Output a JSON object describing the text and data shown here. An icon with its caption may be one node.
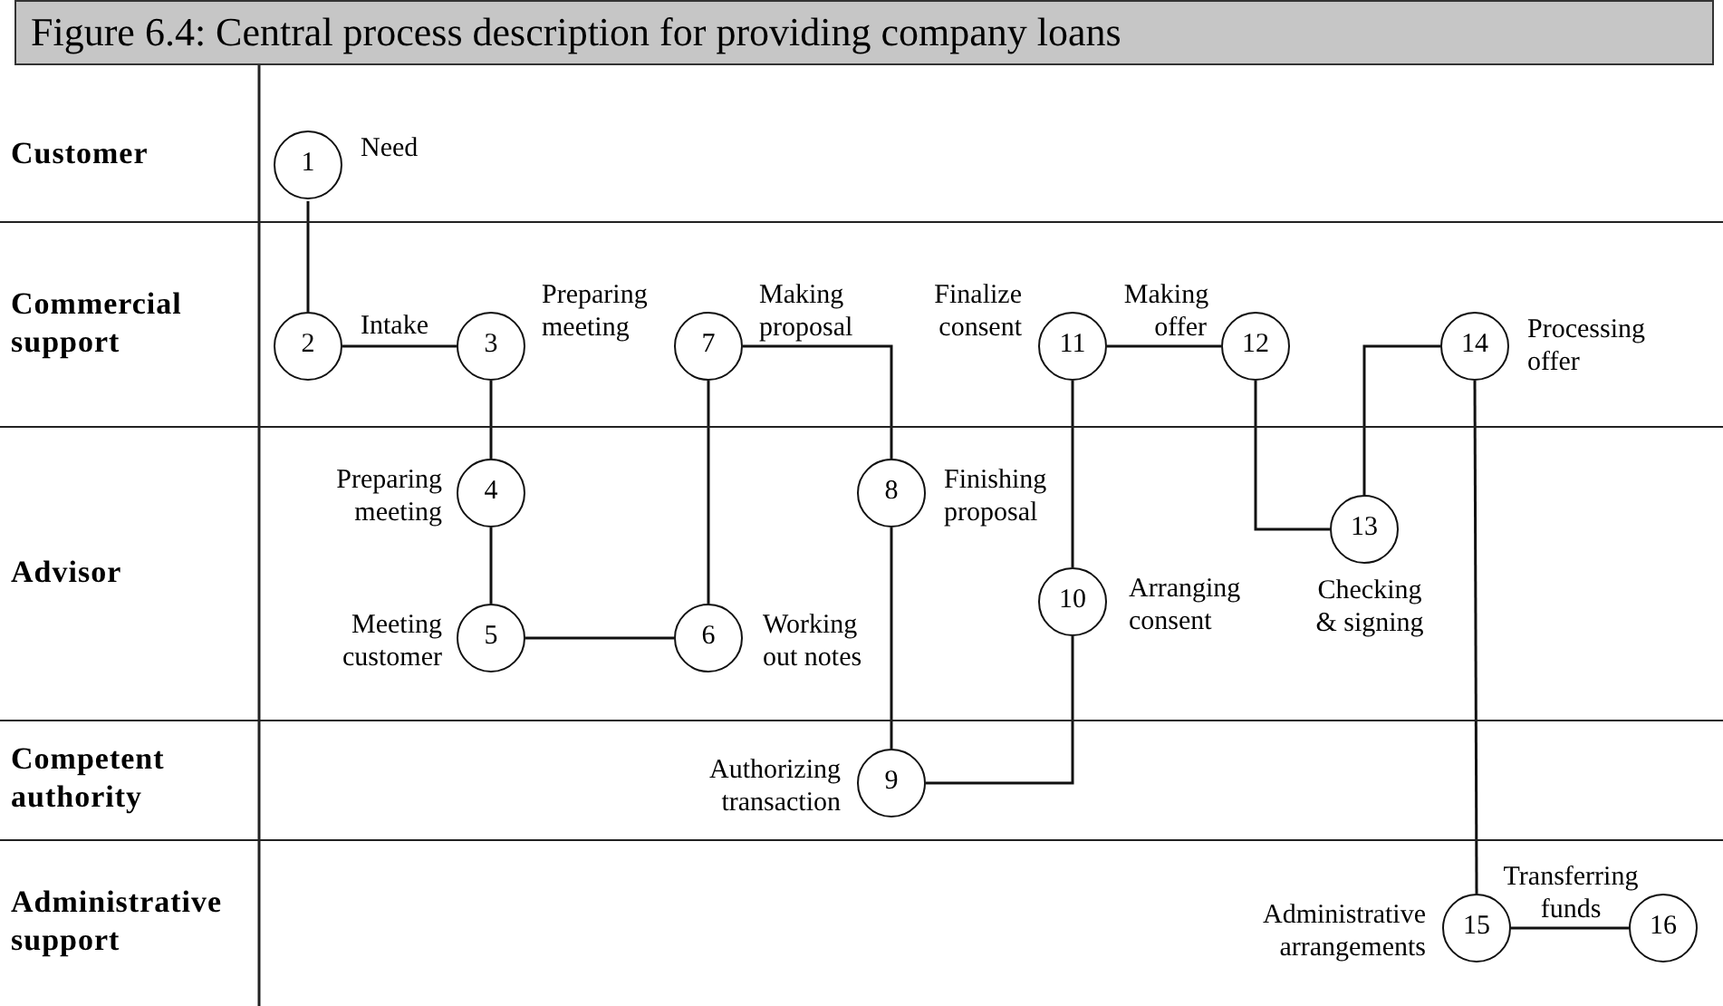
{
  "diagram": {
    "title": "Figure 6.4: Central process description for providing company loans",
    "nodes": [
      {
        "text": [
          "Customer"
        ]
      },
      {
        "text": [
          "Commercial support"
        ]
      },
      {
        "text": [
          "Advisor"
        ]
      },
      {
        "text": [
          "Competent authority"
        ]
      },
      {
        "text": [
          "Administrative support"
        ]
      },
      {
        "text": [
          "1"
        ],
        "in": 0,
        "beside": [
          "Need"
        ]
      },
      {
        "text": [
          "2"
        ],
        "in": 1,
        "beside": [
          "Intake"
        ]
      },
      {
        "text": [
          "3"
        ],
        "in": 1,
        "beside": [
          "Preparing meeting"
        ]
      },
      {
        "text": [
          "4"
        ],
        "in": 2,
        "beside": [
          "Preparing meeting"
        ]
      },
      {
        "text": [
          "5"
        ],
        "in": 2,
        "beside": [
          "Meeting customer"
        ]
      },
      {
        "text": [
          "6"
        ],
        "in": 2,
        "beside": [
          "Working out notes"
        ]
      },
      {
        "text": [
          "7"
        ],
        "in": 1,
        "beside": [
          "Making proposal"
        ]
      },
      {
        "text": [
          "8"
        ],
        "in": 2,
        "beside": [
          "Finishing proposal"
        ]
      },
      {
        "text": [
          "9"
        ],
        "in": 3,
        "beside": [
          "Authorizing transaction"
        ]
      },
      {
        "text": [
          "10"
        ],
        "in": 2,
        "beside": [
          "Arranging consent"
        ]
      },
      {
        "text": [
          "11"
        ],
        "in": 1,
        "beside": [
          "Finalize consent"
        ]
      },
      {
        "text": [
          "12"
        ],
        "in": 1,
        "beside": [
          "Making offer"
        ]
      },
      {
        "text": [
          "13"
        ],
        "in": 2,
        "beside": [
          "Checking & signing"
        ]
      },
      {
        "text": [
          "14"
        ],
        "in": 1,
        "beside": [
          "Processing offer"
        ]
      },
      {
        "text": [
          "15"
        ],
        "in": 4,
        "beside": [
          "Administrative arrangements"
        ]
      },
      {
        "text": [
          "16"
        ],
        "in": 4,
        "beside": [
          "Transferring funds"
        ]
      }
    ],
    "edges": [
      {
        "from": 5,
        "to": 6,
        "arrow": "none"
      },
      {
        "from": 6,
        "to": 7,
        "arrow": "none"
      },
      {
        "from": 7,
        "to": 8,
        "arrow": "none"
      },
      {
        "from": 8,
        "to": 9,
        "arrow": "none"
      },
      {
        "from": 9,
        "to": 10,
        "arrow": "none"
      },
      {
        "from": 10,
        "to": 11,
        "arrow": "none"
      },
      {
        "from": 11,
        "to": 12,
        "arrow": "none"
      },
      {
        "from": 12,
        "to": 13,
        "arrow": "none"
      },
      {
        "from": 13,
        "to": 14,
        "arrow": "none"
      },
      {
        "from": 14,
        "to": 15,
        "arrow": "none"
      },
      {
        "from": 15,
        "to": 16,
        "arrow": "none"
      },
      {
        "from": 16,
        "to": 17,
        "arrow": "none"
      },
      {
        "from": 17,
        "to": 18,
        "arrow": "none"
      },
      {
        "from": 18,
        "to": 19,
        "arrow": "none"
      },
      {
        "from": 19,
        "to": 20,
        "arrow": "none"
      }
    ]
  }
}
